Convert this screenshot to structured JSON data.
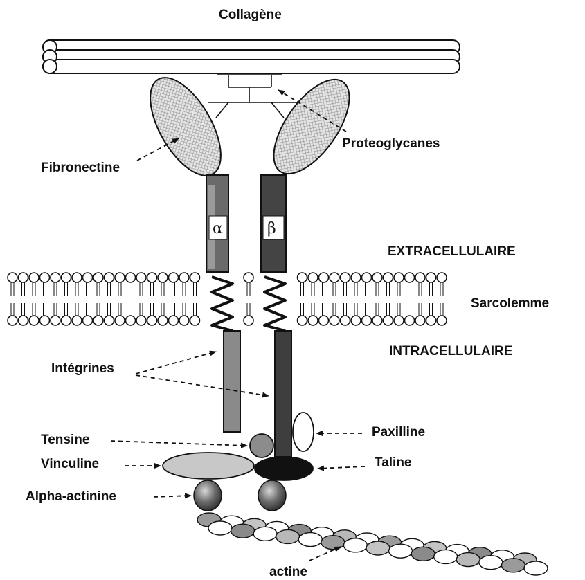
{
  "labels": {
    "collagene": "Collagène",
    "proteoglycanes": "Proteoglycanes",
    "fibronectine": "Fibronectine",
    "extracellulaire": "EXTRACELLULAIRE",
    "sarcolemme": "Sarcolemme",
    "intracellulaire": "INTRACELLULAIRE",
    "integrines": "Intégrines",
    "tensine": "Tensine",
    "vinculine": "Vinculine",
    "alpha_actinine": "Alpha-actinine",
    "paxilline": "Paxilline",
    "taline": "Taline",
    "actine": "actine"
  },
  "subunits": {
    "alpha": "α",
    "beta": "β"
  },
  "colors": {
    "dark_gray": "#4a4a4a",
    "mid_gray": "#8c8c8c",
    "light_gray": "#c8c8c8",
    "black": "#111111"
  }
}
